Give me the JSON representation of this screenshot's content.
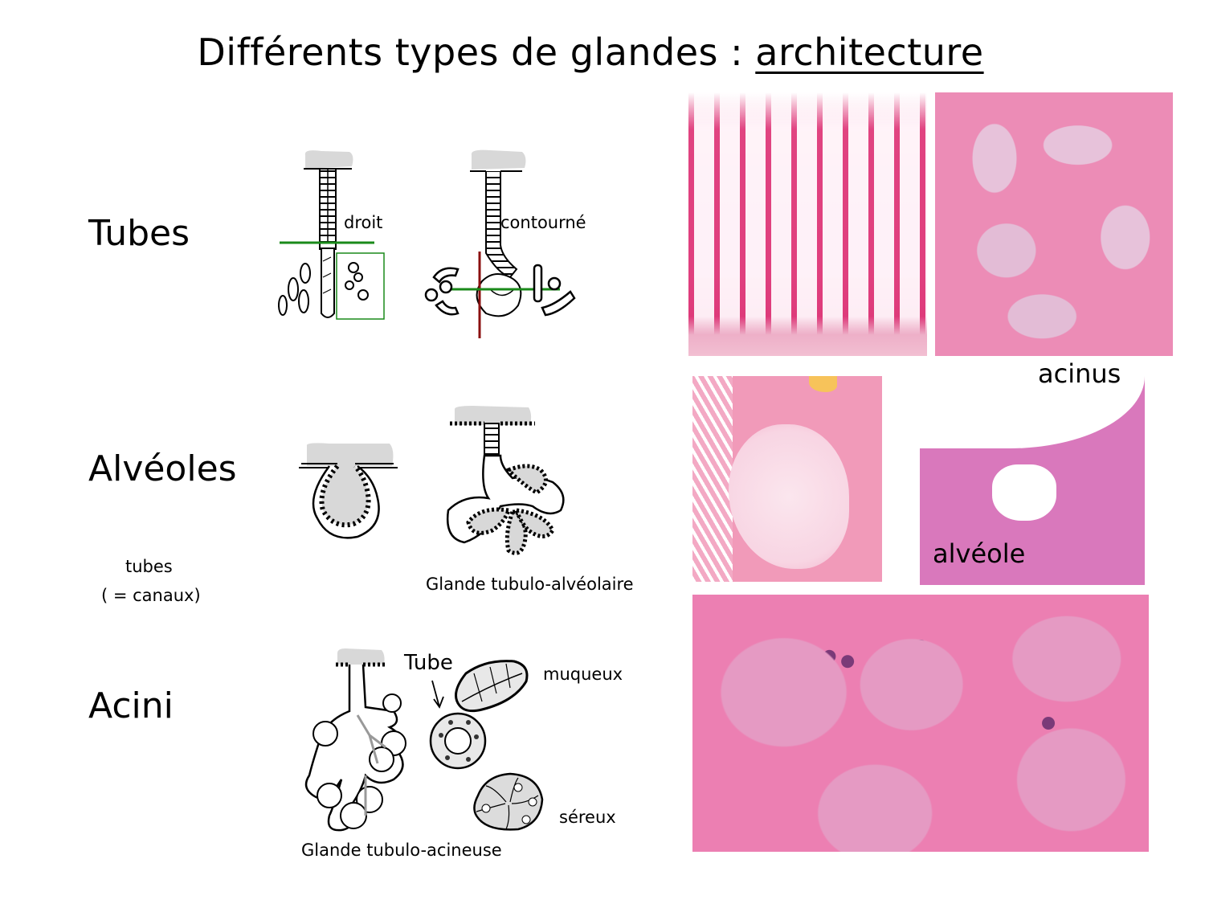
{
  "title": {
    "prefix": "Différents types de glandes : ",
    "underlined": "architecture"
  },
  "rows": [
    {
      "label": "Tubes"
    },
    {
      "label": "Alvéoles"
    },
    {
      "label": "Acini"
    }
  ],
  "side_note": {
    "line1": "tubes",
    "line2": "( = canaux)"
  },
  "diagrams": {
    "tube_straight": {
      "label": "droit"
    },
    "tube_coiled": {
      "label": "contourné"
    },
    "alveolar": {
      "caption": "Glande tubulo-alvéolaire"
    },
    "acinar": {
      "caption": "Glande tubulo-acineuse",
      "tube_label": "Tube",
      "mucous_label": "muqueux",
      "serous_label": "séreux"
    }
  },
  "photos": {
    "acinus_label": "acinus",
    "alveole_label": "alvéole"
  },
  "colors": {
    "section_line_green": "#1a8a1a",
    "section_line_red": "#8b1010",
    "lumen_gray": "#d8d8d8",
    "he_pink": "#e8609a",
    "he_light": "#f5c2d8",
    "he_purple": "#8a4a9a"
  }
}
